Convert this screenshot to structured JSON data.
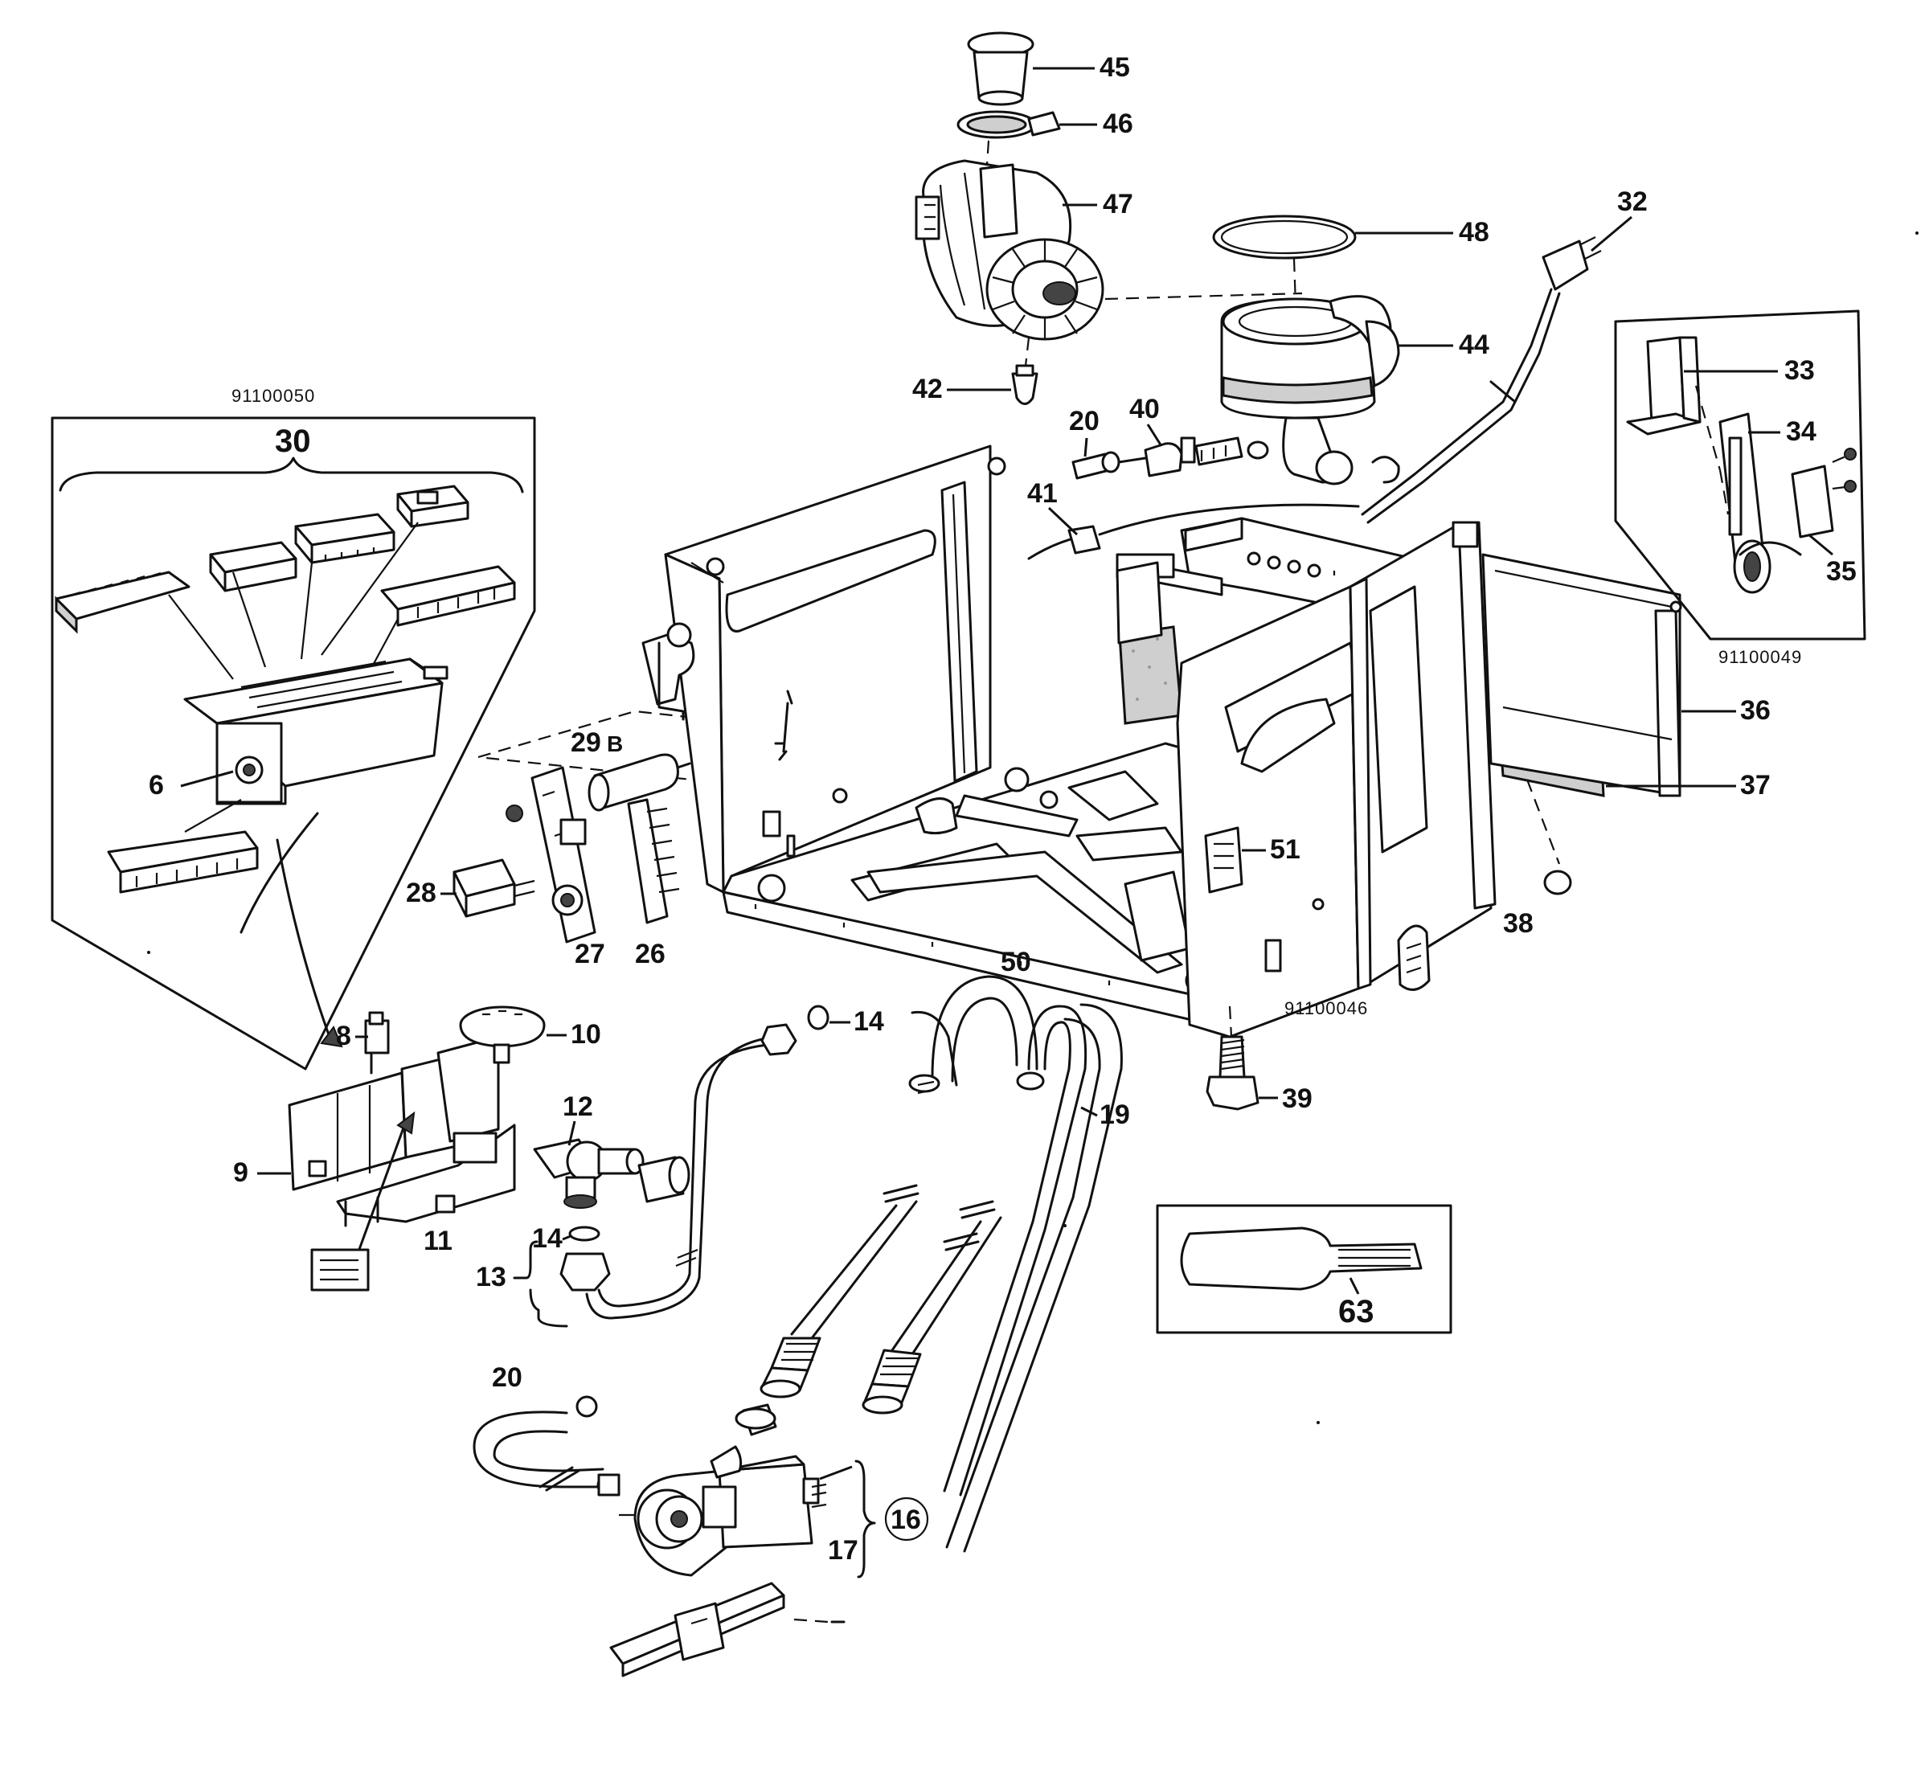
{
  "assemblies": {
    "electronics": "91100050",
    "frame": "91100046",
    "wheel": "91100049"
  },
  "callouts": {
    "c6": "6",
    "c8": "8",
    "c9": "9",
    "c10": "10",
    "c11": "11",
    "c12": "12",
    "c13": "13",
    "c14a": "14",
    "c14b": "14",
    "c16": "16",
    "c17": "17",
    "c19": "19",
    "c20a": "20",
    "c20b": "20",
    "c26": "26",
    "c27": "27",
    "c28": "28",
    "c29": "29",
    "c29sfx": "B",
    "c30": "30",
    "c32": "32",
    "c33": "33",
    "c34": "34",
    "c35": "35",
    "c36": "36",
    "c37": "37",
    "c38": "38",
    "c39": "39",
    "c40": "40",
    "c41": "41",
    "c42": "42",
    "c44": "44",
    "c45": "45",
    "c46": "46",
    "c47": "47",
    "c48": "48",
    "c50": "50",
    "c51": "51",
    "c63": "63"
  }
}
